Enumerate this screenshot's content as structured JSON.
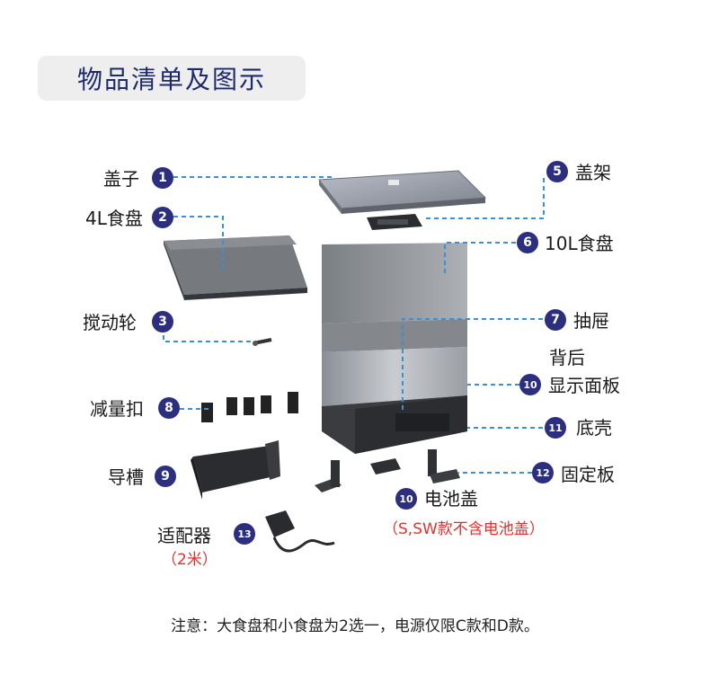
{
  "title": "物品清单及图示",
  "parts": [
    {
      "num": "1",
      "label": "盖子"
    },
    {
      "num": "2",
      "label": "4L食盘"
    },
    {
      "num": "3",
      "label": "搅动轮"
    },
    {
      "num": "8",
      "label": "减量扣"
    },
    {
      "num": "9",
      "label": "导槽"
    },
    {
      "num": "13",
      "label": "适配器",
      "sub": "（2米）"
    },
    {
      "num": "5",
      "label": "盖架"
    },
    {
      "num": "6",
      "label": "10L食盘"
    },
    {
      "num": "7",
      "label": "抽屉"
    },
    {
      "num": "10",
      "label": "显示面板",
      "pre": "背后"
    },
    {
      "num": "11",
      "label": "底壳"
    },
    {
      "num": "12",
      "label": "固定板"
    },
    {
      "num": "10",
      "label": "电池盖",
      "sub": "（S,SW款不含电池盖）"
    }
  ],
  "note": "注意：大食盘和小食盘为2选一，电源仅限C款和D款。",
  "colors": {
    "badge": "#2b2f7e",
    "leader": "#3a8fd6",
    "warning": "#e0312e",
    "title": "#1f2a6b"
  }
}
